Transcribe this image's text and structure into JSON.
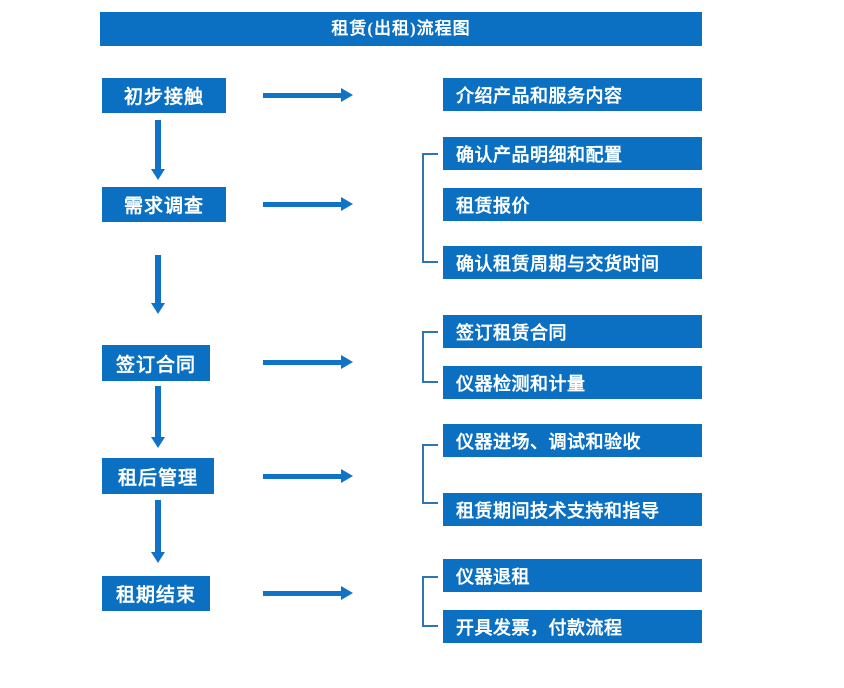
{
  "title": "租赁(出租)流程图",
  "colors": {
    "box_blue": "#0b70c2",
    "arrow_blue": "#1173c8",
    "bracket_blue": "#2e75b6",
    "text_white": "#ffffff",
    "background": "#ffffff"
  },
  "steps": [
    {
      "label": "初步接触"
    },
    {
      "label": "需求调查"
    },
    {
      "label": "签订合同"
    },
    {
      "label": "租后管理"
    },
    {
      "label": "租期结束"
    }
  ],
  "details": [
    {
      "label": "介绍产品和服务内容"
    },
    {
      "label": "确认产品明细和配置"
    },
    {
      "label": "租赁报价"
    },
    {
      "label": "确认租赁周期与交货时间"
    },
    {
      "label": "签订租赁合同"
    },
    {
      "label": "仪器检测和计量"
    },
    {
      "label": "仪器进场、调试和验收"
    },
    {
      "label": "租赁期间技术支持和指导"
    },
    {
      "label": "仪器退租"
    },
    {
      "label": "开具发票，付款流程"
    }
  ]
}
